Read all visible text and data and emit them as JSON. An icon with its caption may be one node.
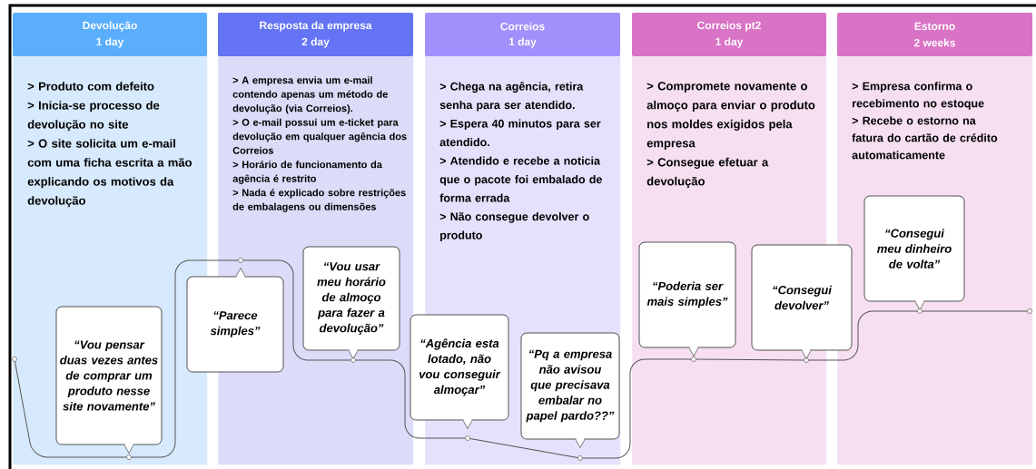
{
  "diagram": {
    "nodes": [
      {
        "text": [
          "Devolução",
          "1 day",
          "> Produto com defeito",
          "> Inicia-se processo de devolução no site",
          "> O site solicita um e-mail com uma ficha escrita a mão explicando os motivos da devolução"
        ]
      },
      {
        "text": [
          "Resposta da empresa",
          "2 day",
          "> A empresa envia um e-mail contendo apenas um método de devolução (via Correios).",
          "> O e-mail possui um e-ticket para devolução em qualquer agência dos Correios",
          "> Horário de funcionamento da agência é restrito",
          "> Nada é explicado sobre restrições de embalagens ou dimensões"
        ]
      },
      {
        "text": [
          "Correios",
          "1 day",
          "> Chega na agência, retira senha para ser atendido.",
          "> Espera 40 minutos para ser atendido.",
          "> Atendido e recebe a noticia que o pacote foi embalado de forma errada",
          "> Não consegue devolver o produto"
        ]
      },
      {
        "text": [
          "Correios pt2",
          "1 day",
          "> Compromete novamente o almoço para enviar o produto nos moldes exigidos pela empresa",
          "> Consegue efetuar a devolução"
        ]
      },
      {
        "text": [
          "Estorno",
          "2 weeks",
          "> Empresa confirma o recebimento no estoque",
          "> Recebe o estorno na fatura do cartão de crédito automaticamente"
        ]
      },
      {
        "text": [
          "“Vou pensar duas vezes antes de comprar um produto nesse site novamente”"
        ],
        "in": 0
      },
      {
        "text": [
          "“Parece simples”"
        ]
      },
      {
        "text": [
          "“Vou usar meu horário de almoço para fazer a devolução”"
        ],
        "in": 1
      },
      {
        "text": [
          "“Agência esta lotado, não vou conseguir almoçar”"
        ]
      },
      {
        "text": [
          "“Pq a empresa não avisou que precisava embalar no papel pardo??”"
        ],
        "in": 2
      },
      {
        "text": [
          "“Poderia ser mais simples”"
        ],
        "in": 3
      },
      {
        "text": [
          "“Consegui devolver”"
        ]
      },
      {
        "text": [
          "“Consegui meu dinheiro de volta”"
        ],
        "in": 4
      },
      {
        "text": [],
        "shape": "circle",
        "in": 0
      },
      {
        "text": [],
        "shape": "circle",
        "in": 0
      },
      {
        "text": [],
        "shape": "circle",
        "in": 1
      },
      {
        "text": [],
        "shape": "circle",
        "in": 1
      },
      {
        "text": [],
        "shape": "circle",
        "in": 2
      },
      {
        "text": [],
        "shape": "circle",
        "in": 2
      },
      {
        "text": [],
        "shape": "circle",
        "in": 3
      },
      {
        "text": [],
        "shape": "circle",
        "in": 3
      },
      {
        "text": [],
        "shape": "circle",
        "in": 4
      },
      {
        "text": [],
        "shape": "circle",
        "in": 4
      }
    ],
    "edges": [
      {
        "from": 13,
        "to": 14,
        "arrow": "none"
      },
      {
        "from": 14,
        "to": 15,
        "arrow": "none"
      },
      {
        "from": 15,
        "to": 16,
        "arrow": "none"
      },
      {
        "from": 16,
        "to": 17,
        "arrow": "none"
      },
      {
        "from": 17,
        "to": 18,
        "arrow": "none"
      },
      {
        "from": 18,
        "to": 19,
        "arrow": "none"
      },
      {
        "from": 19,
        "to": 20,
        "arrow": "none"
      },
      {
        "from": 20,
        "to": 21,
        "arrow": "none"
      },
      {
        "from": 21,
        "to": 22,
        "arrow": "none"
      }
    ]
  }
}
